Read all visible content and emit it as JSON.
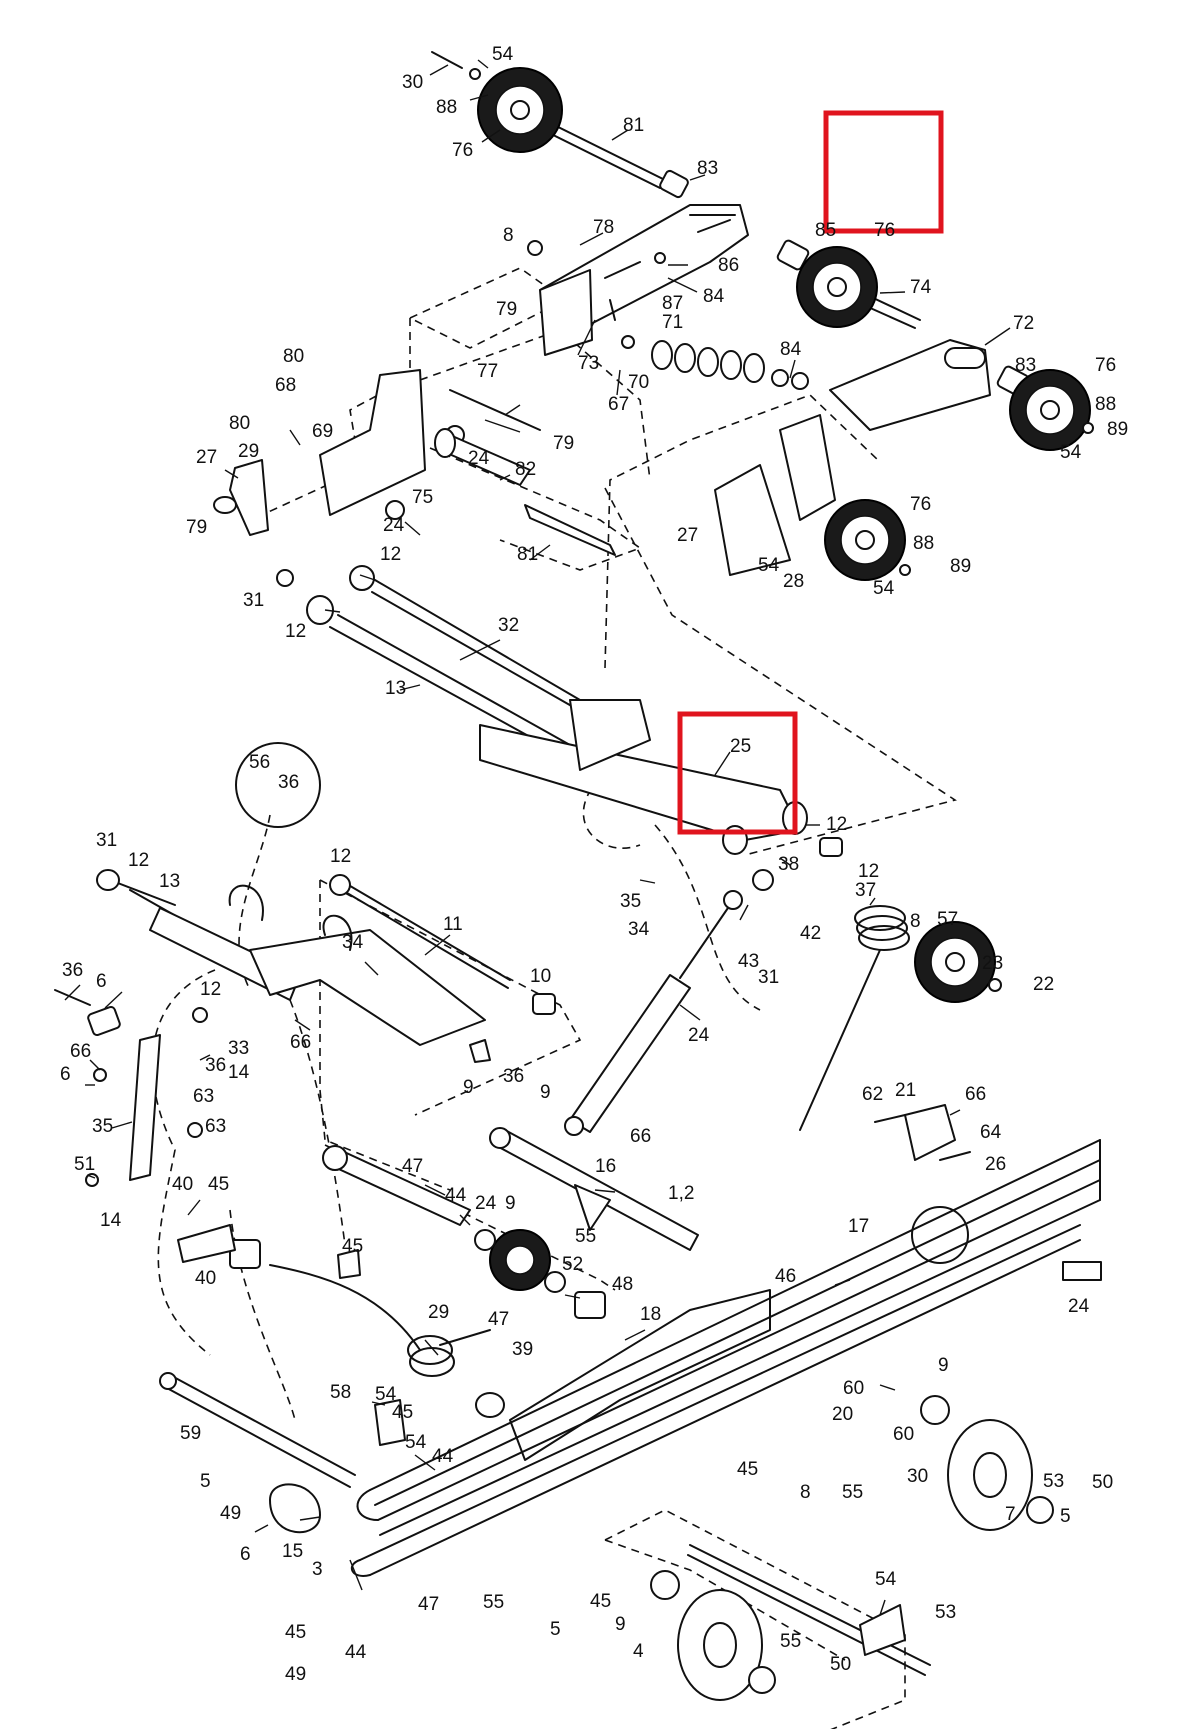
{
  "callouts": [
    {
      "id": "c30a",
      "text": "30"
    },
    {
      "id": "c54a",
      "text": "54"
    },
    {
      "id": "c88a",
      "text": "88"
    },
    {
      "id": "c76a",
      "text": "76"
    },
    {
      "id": "c81a",
      "text": "81"
    },
    {
      "id": "c83a",
      "text": "83"
    },
    {
      "id": "c8a",
      "text": "8"
    },
    {
      "id": "c78",
      "text": "78"
    },
    {
      "id": "c85",
      "text": "85"
    },
    {
      "id": "c76b",
      "text": "76"
    },
    {
      "id": "c86",
      "text": "86"
    },
    {
      "id": "c84a",
      "text": "84"
    },
    {
      "id": "c87",
      "text": "87"
    },
    {
      "id": "c74",
      "text": "74"
    },
    {
      "id": "c79a",
      "text": "79"
    },
    {
      "id": "c71",
      "text": "71"
    },
    {
      "id": "c72",
      "text": "72"
    },
    {
      "id": "c84b",
      "text": "84"
    },
    {
      "id": "c73",
      "text": "73"
    },
    {
      "id": "c70",
      "text": "70"
    },
    {
      "id": "c67",
      "text": "67"
    },
    {
      "id": "c83b",
      "text": "83"
    },
    {
      "id": "c76c",
      "text": "76"
    },
    {
      "id": "c80a",
      "text": "80"
    },
    {
      "id": "c77",
      "text": "77"
    },
    {
      "id": "c68",
      "text": "68"
    },
    {
      "id": "c69",
      "text": "69"
    },
    {
      "id": "c79b",
      "text": "79"
    },
    {
      "id": "c88b",
      "text": "88"
    },
    {
      "id": "c89a",
      "text": "89"
    },
    {
      "id": "c80b",
      "text": "80"
    },
    {
      "id": "c54b",
      "text": "54"
    },
    {
      "id": "c24a",
      "text": "24"
    },
    {
      "id": "c27a",
      "text": "27"
    },
    {
      "id": "c29a",
      "text": "29"
    },
    {
      "id": "c82",
      "text": "82"
    },
    {
      "id": "c75",
      "text": "75"
    },
    {
      "id": "c79c",
      "text": "79"
    },
    {
      "id": "c24b",
      "text": "24"
    },
    {
      "id": "c76d",
      "text": "76"
    },
    {
      "id": "c27b",
      "text": "27"
    },
    {
      "id": "c88c",
      "text": "88"
    },
    {
      "id": "c81b",
      "text": "81"
    },
    {
      "id": "c54c",
      "text": "54"
    },
    {
      "id": "c28",
      "text": "28"
    },
    {
      "id": "c89b",
      "text": "89"
    },
    {
      "id": "c54d",
      "text": "54"
    },
    {
      "id": "c12a",
      "text": "12"
    },
    {
      "id": "c31a",
      "text": "31"
    },
    {
      "id": "c32",
      "text": "32"
    },
    {
      "id": "c12b",
      "text": "12"
    },
    {
      "id": "c13a",
      "text": "13"
    },
    {
      "id": "c25",
      "text": "25"
    },
    {
      "id": "c56",
      "text": "56"
    },
    {
      "id": "c36a",
      "text": "36"
    },
    {
      "id": "c31b",
      "text": "31"
    },
    {
      "id": "c12c",
      "text": "12"
    },
    {
      "id": "c12d",
      "text": "12"
    },
    {
      "id": "c13b",
      "text": "13"
    },
    {
      "id": "c12e",
      "text": "12"
    },
    {
      "id": "c38",
      "text": "38"
    },
    {
      "id": "c11",
      "text": "11"
    },
    {
      "id": "c35a",
      "text": "35"
    },
    {
      "id": "c12f",
      "text": "12"
    },
    {
      "id": "c37",
      "text": "37"
    },
    {
      "id": "c34a",
      "text": "34"
    },
    {
      "id": "c8b",
      "text": "8"
    },
    {
      "id": "c42",
      "text": "42"
    },
    {
      "id": "c57",
      "text": "57"
    },
    {
      "id": "c34b",
      "text": "34"
    },
    {
      "id": "c43",
      "text": "43"
    },
    {
      "id": "c23",
      "text": "23"
    },
    {
      "id": "c36b",
      "text": "36"
    },
    {
      "id": "c31c",
      "text": "31"
    },
    {
      "id": "c22",
      "text": "22"
    },
    {
      "id": "c6a",
      "text": "6"
    },
    {
      "id": "c12g",
      "text": "12"
    },
    {
      "id": "c10",
      "text": "10"
    },
    {
      "id": "c66a",
      "text": "66"
    },
    {
      "id": "c33",
      "text": "33"
    },
    {
      "id": "c66b",
      "text": "66"
    },
    {
      "id": "c24c",
      "text": "24"
    },
    {
      "id": "c14a",
      "text": "14"
    },
    {
      "id": "c36c",
      "text": "36"
    },
    {
      "id": "c9a",
      "text": "9"
    },
    {
      "id": "c36d",
      "text": "36"
    },
    {
      "id": "c6b",
      "text": "6"
    },
    {
      "id": "c9b",
      "text": "9"
    },
    {
      "id": "c63a",
      "text": "63"
    },
    {
      "id": "c62",
      "text": "62"
    },
    {
      "id": "c21",
      "text": "21"
    },
    {
      "id": "c66c",
      "text": "66"
    },
    {
      "id": "c35b",
      "text": "35"
    },
    {
      "id": "c63b",
      "text": "63"
    },
    {
      "id": "c66d",
      "text": "66"
    },
    {
      "id": "c64",
      "text": "64"
    },
    {
      "id": "c51",
      "text": "51"
    },
    {
      "id": "c26",
      "text": "26"
    },
    {
      "id": "c47a",
      "text": "47"
    },
    {
      "id": "c16",
      "text": "16"
    },
    {
      "id": "c40a",
      "text": "40"
    },
    {
      "id": "c45a",
      "text": "45"
    },
    {
      "id": "c44a",
      "text": "44"
    },
    {
      "id": "c24d",
      "text": "24"
    },
    {
      "id": "c9c",
      "text": "9"
    },
    {
      "id": "c12h",
      "text": "1,2"
    },
    {
      "id": "c14b",
      "text": "14"
    },
    {
      "id": "c17",
      "text": "17"
    },
    {
      "id": "c45b",
      "text": "45"
    },
    {
      "id": "c40b",
      "text": "40"
    },
    {
      "id": "c55a",
      "text": "55"
    },
    {
      "id": "c52",
      "text": "52"
    },
    {
      "id": "c46",
      "text": "46"
    },
    {
      "id": "c48",
      "text": "48"
    },
    {
      "id": "c18",
      "text": "18"
    },
    {
      "id": "c24e",
      "text": "24"
    },
    {
      "id": "c29b",
      "text": "29"
    },
    {
      "id": "c47b",
      "text": "47"
    },
    {
      "id": "c39",
      "text": "39"
    },
    {
      "id": "c9d",
      "text": "9"
    },
    {
      "id": "c60a",
      "text": "60"
    },
    {
      "id": "c58",
      "text": "58"
    },
    {
      "id": "c54e",
      "text": "54"
    },
    {
      "id": "c45c",
      "text": "45"
    },
    {
      "id": "c20",
      "text": "20"
    },
    {
      "id": "c60b",
      "text": "60"
    },
    {
      "id": "c59",
      "text": "59"
    },
    {
      "id": "c54f",
      "text": "54"
    },
    {
      "id": "c44b",
      "text": "44"
    },
    {
      "id": "c45d",
      "text": "45"
    },
    {
      "id": "c30b",
      "text": "30"
    },
    {
      "id": "c53a",
      "text": "53"
    },
    {
      "id": "c8c",
      "text": "8"
    },
    {
      "id": "c55b",
      "text": "55"
    },
    {
      "id": "c5a",
      "text": "5"
    },
    {
      "id": "c50a",
      "text": "50"
    },
    {
      "id": "c49a",
      "text": "49"
    },
    {
      "id": "c7",
      "text": "7"
    },
    {
      "id": "c5b",
      "text": "5"
    },
    {
      "id": "c6c",
      "text": "6"
    },
    {
      "id": "c15",
      "text": "15"
    },
    {
      "id": "c3",
      "text": "3"
    },
    {
      "id": "c54g",
      "text": "54"
    },
    {
      "id": "c47c",
      "text": "47"
    },
    {
      "id": "c55c",
      "text": "55"
    },
    {
      "id": "c45e",
      "text": "45"
    },
    {
      "id": "c53b",
      "text": "53"
    },
    {
      "id": "c9e",
      "text": "9"
    },
    {
      "id": "c5c",
      "text": "5"
    },
    {
      "id": "c45f",
      "text": "45"
    },
    {
      "id": "c44c",
      "text": "44"
    },
    {
      "id": "c55d",
      "text": "55"
    },
    {
      "id": "c4",
      "text": "4"
    },
    {
      "id": "c50b",
      "text": "50"
    },
    {
      "id": "c49b",
      "text": "49"
    }
  ],
  "colors": {
    "line": "#111111",
    "highlight": "#e0141e",
    "background": "#ffffff"
  }
}
